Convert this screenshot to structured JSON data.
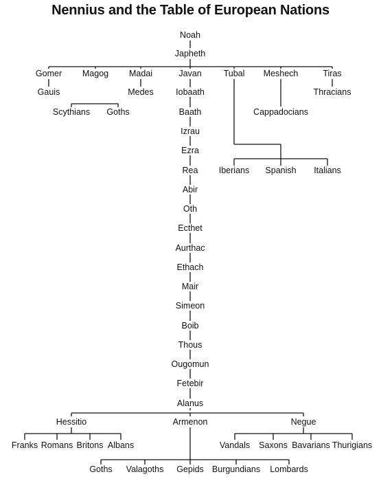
{
  "title": "Nennius and the Table of European Nations",
  "names": {
    "noah": "Noah",
    "japheth": "Japheth",
    "gomer": "Gomer",
    "magog": "Magog",
    "madai": "Madai",
    "javan": "Javan",
    "tubal": "Tubal",
    "meshech": "Meshech",
    "tiras": "Tiras",
    "gauis": "Gauis",
    "medes": "Medes",
    "iobaath": "Iobaath",
    "thracians": "Thracians",
    "scythians": "Scythians",
    "goths_top": "Goths",
    "baath": "Baath",
    "cappadocians": "Cappadocians",
    "izrau": "Izrau",
    "ezra": "Ezra",
    "iberians": "Iberians",
    "spanish": "Spanish",
    "italians": "Italians",
    "rea": "Rea",
    "abir": "Abir",
    "oth": "Oth",
    "ecthet": "Ecthet",
    "aurthac": "Aurthac",
    "ethach": "Ethach",
    "mair": "Mair",
    "simeon": "Simeon",
    "boib": "Boib",
    "thous": "Thous",
    "ougomun": "Ougomun",
    "fetebir": "Fetebir",
    "alanus": "Alanus",
    "hessitio": "Hessitio",
    "armenon": "Armenon",
    "negue": "Negue",
    "franks": "Franks",
    "romans": "Romans",
    "britons": "Britons",
    "albans": "Albans",
    "vandals": "Vandals",
    "saxons": "Saxons",
    "bavarians": "Bavarians",
    "thurigians": "Thurigians",
    "goths_bottom": "Goths",
    "valagoths": "Valagoths",
    "gepids": "Gepids",
    "burgundians": "Burgundians",
    "lombards": "Lombards"
  }
}
